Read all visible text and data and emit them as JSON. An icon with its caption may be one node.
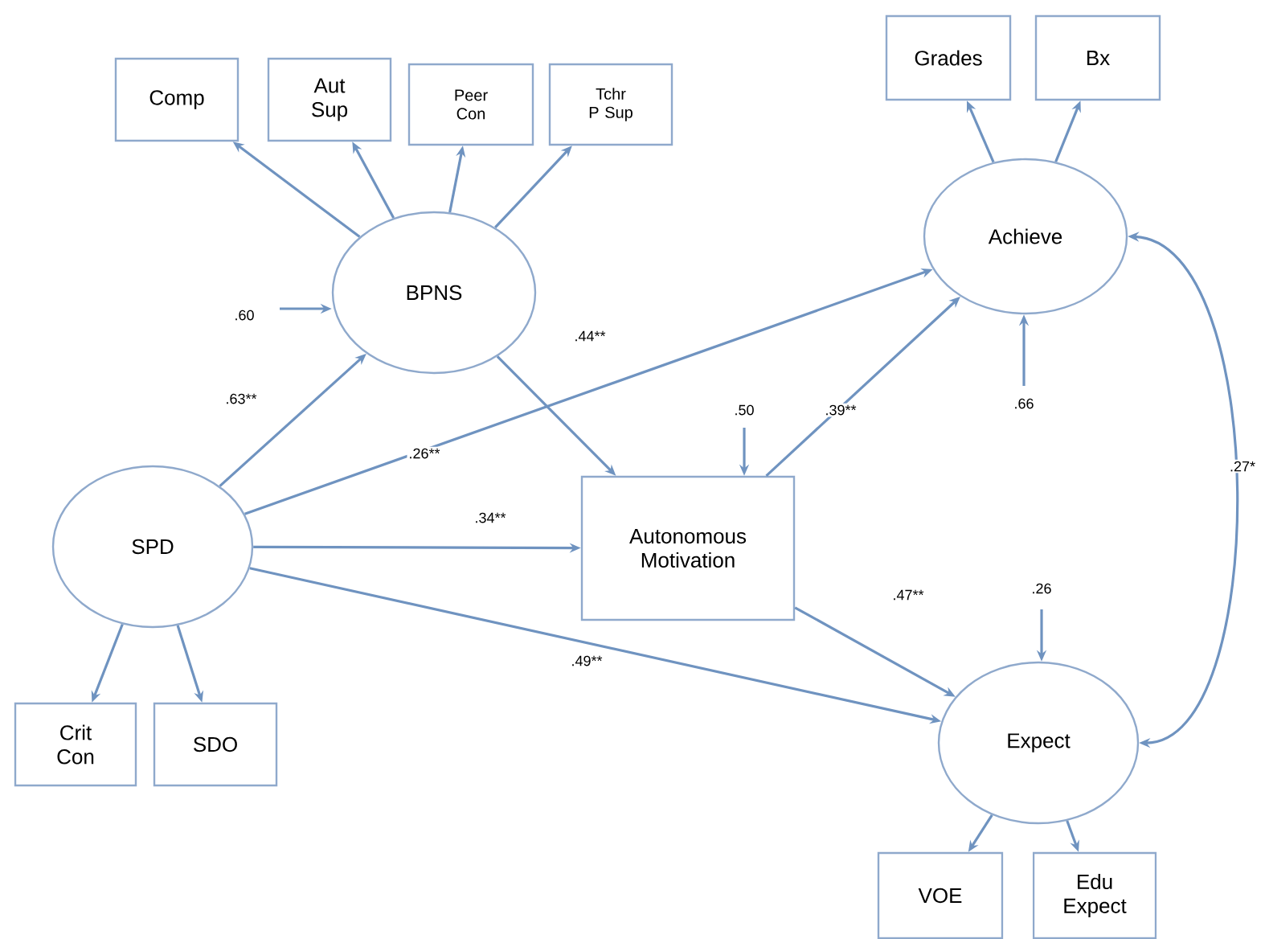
{
  "diagram": {
    "nodes": [
      {
        "text": [
          "Comp"
        ]
      },
      {
        "text": [
          "Aut Sup"
        ]
      },
      {
        "text": [
          "Peer Con"
        ]
      },
      {
        "text": [
          "Tchr P Sup"
        ]
      },
      {
        "text": [
          "BPNS"
        ]
      },
      {
        "text": [
          "Grades"
        ]
      },
      {
        "text": [
          "Bx"
        ]
      },
      {
        "text": [
          "Achieve"
        ]
      },
      {
        "text": [
          "SPD"
        ]
      },
      {
        "text": [
          "Autonomous Motivation"
        ]
      },
      {
        "text": [
          "Expect"
        ]
      },
      {
        "text": [
          "Crit Con"
        ]
      },
      {
        "text": [
          "SDO"
        ]
      },
      {
        "text": [
          "VOE"
        ]
      },
      {
        "text": [
          "Edu Expect"
        ]
      }
    ],
    "edges": [
      {
        "from": 4,
        "to": 0,
        "arrow": "to"
      },
      {
        "from": 4,
        "to": 1,
        "arrow": "to"
      },
      {
        "from": 4,
        "to": 2,
        "arrow": "to"
      },
      {
        "from": 4,
        "to": 3,
        "arrow": "to"
      },
      {
        "from": 7,
        "to": 5,
        "arrow": "to"
      },
      {
        "from": 7,
        "to": 6,
        "arrow": "to"
      },
      {
        "from": 8,
        "to": 11,
        "arrow": "to"
      },
      {
        "from": 8,
        "to": 12,
        "arrow": "to"
      },
      {
        "from": 10,
        "to": 13,
        "arrow": "to"
      },
      {
        "from": 10,
        "to": 14,
        "arrow": "to"
      },
      {
        "from": 8,
        "to": 4,
        "arrow": "to",
        "label": ".63**"
      },
      {
        "from": 8,
        "to": 7,
        "arrow": "to",
        "label": ".26**"
      },
      {
        "from": 8,
        "to": 9,
        "arrow": "to",
        "label": ".34**"
      },
      {
        "from": 8,
        "to": 10,
        "arrow": "to",
        "label": ".49**"
      },
      {
        "from": 4,
        "to": 9,
        "arrow": "to",
        "label": ".44**"
      },
      {
        "from": 9,
        "to": 7,
        "arrow": "to",
        "label": ".39**"
      },
      {
        "from": 9,
        "to": 10,
        "arrow": "to",
        "label": ".47**"
      },
      {
        "from": 7,
        "to": 10,
        "arrow": "both",
        "label": ".27*"
      },
      {
        "from": null,
        "to": 4,
        "arrow": "to",
        "label": ".60"
      },
      {
        "from": null,
        "to": 9,
        "arrow": "to",
        "label": ".50"
      },
      {
        "from": null,
        "to": 7,
        "arrow": "to",
        "label": ".66"
      },
      {
        "from": null,
        "to": 10,
        "arrow": "to",
        "label": ".26"
      }
    ]
  }
}
